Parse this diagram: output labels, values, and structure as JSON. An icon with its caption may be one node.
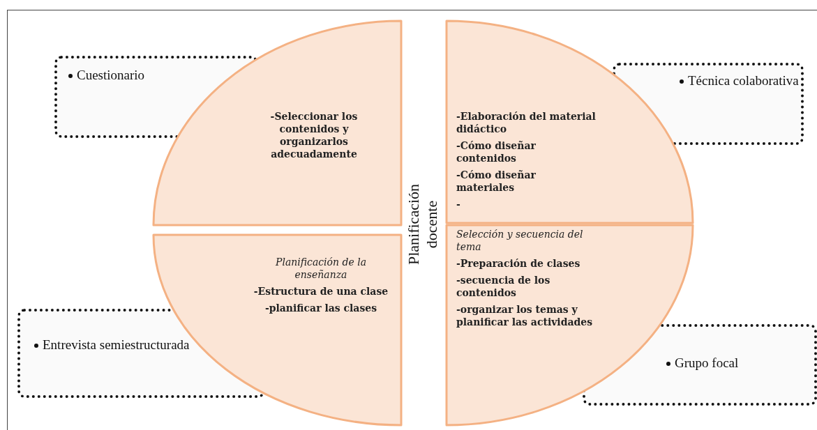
{
  "diagram": {
    "nodes": [
      {
        "text": [
          "Cuestionario"
        ]
      },
      {
        "text": [
          "-Seleccionar los contenidos y organizarlos adecuadamente"
        ]
      },
      {
        "text": [
          "-Elaboración del material didáctico",
          "-Cómo diseñar contenidos",
          "-Cómo diseñar materiales",
          "-"
        ]
      },
      {
        "text": [
          "Técnica colaborativa"
        ]
      },
      {
        "text": [
          "Planificación de la enseñanza",
          "-Estructura de una clase",
          "-planificar las clases"
        ]
      },
      {
        "text": [
          "Selección y secuencia del tema",
          "-Preparación de clases",
          "-secuencia de los contenidos",
          "-organizar los temas y planificar las actividades"
        ]
      },
      {
        "text": [
          "Entrevista semiestructurada"
        ]
      },
      {
        "text": [
          "Grupo focal"
        ]
      }
    ],
    "labels": [
      "Planificación docente"
    ]
  }
}
